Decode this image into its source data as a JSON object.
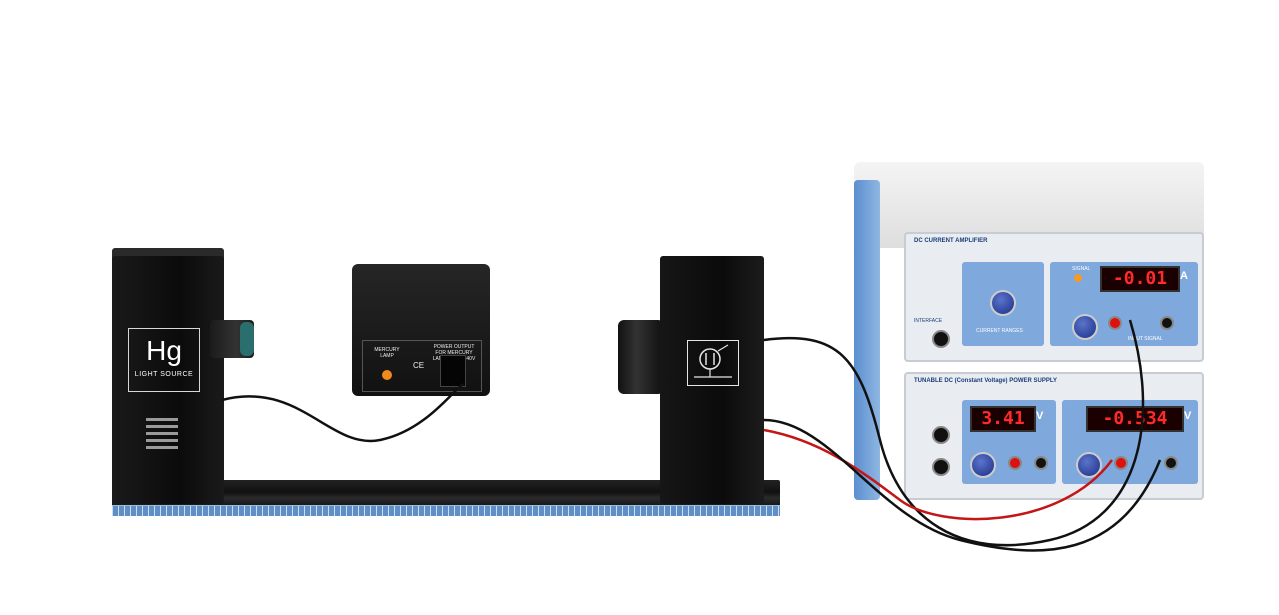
{
  "light_source": {
    "symbol": "Hg",
    "label": "LIGHT SOURCE"
  },
  "mercury_psu": {
    "lamp_label": "MERCURY LAMP",
    "output_label": "POWER OUTPUT FOR MERCURY LAMP ~220V-240V 50/60Hz",
    "ce_mark": "CE"
  },
  "current_amplifier": {
    "title": "DC CURRENT AMPLIFIER",
    "display": "-0.01",
    "unit": "A",
    "ranges_label": "CURRENT RANGES",
    "signal_label": "SIGNAL",
    "interface_label": "INTERFACE",
    "input_label": "INPUT SIGNAL"
  },
  "power_supply": {
    "title": "TUNABLE DC (Constant Voltage) POWER SUPPLY",
    "display_left": "3.41",
    "unit_left": "V",
    "display_right": "-0.534",
    "unit_right": "V"
  },
  "colors": {
    "panel_blue": "#7fa8dc",
    "led_red": "#ff2a2a",
    "rail_scale": "#5f8fc6"
  }
}
